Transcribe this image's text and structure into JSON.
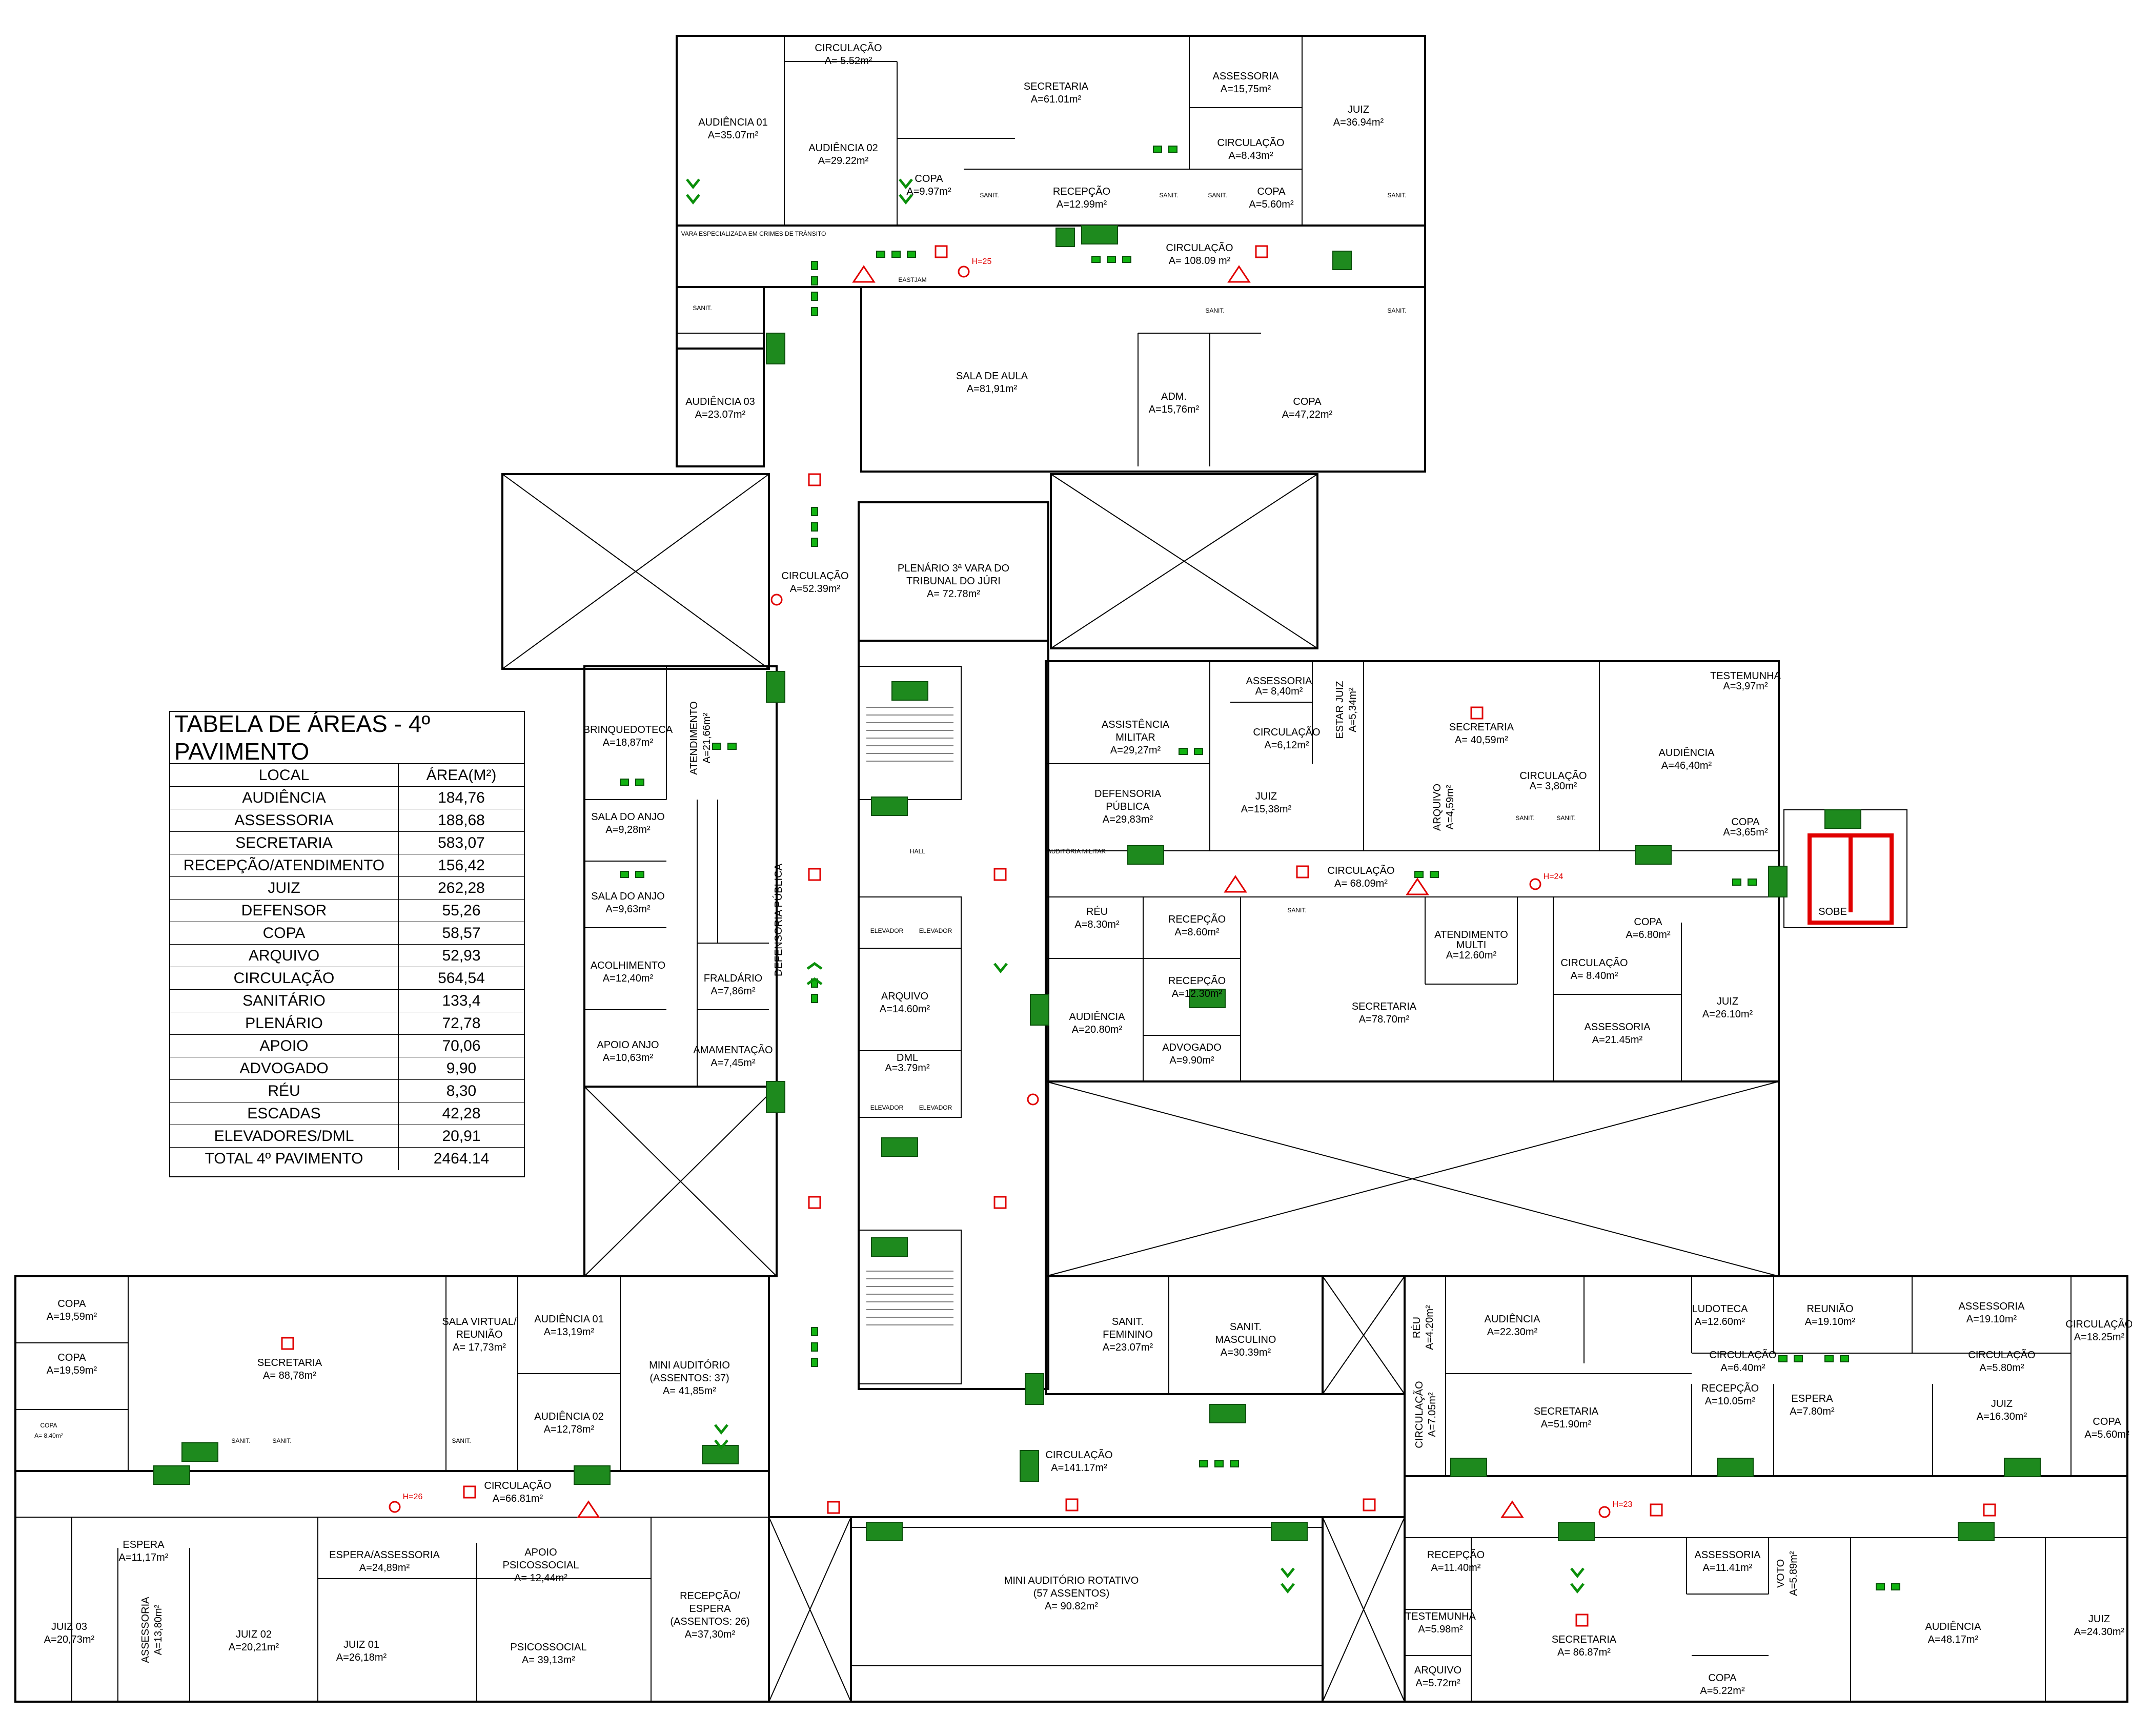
{
  "table": {
    "title": "TABELA DE ÁREAS - 4º PAVIMENTO",
    "header": {
      "local": "LOCAL",
      "area": "ÁREA(M²)"
    },
    "rows": [
      {
        "local": "AUDIÊNCIA",
        "area": "184,76"
      },
      {
        "local": "ASSESSORIA",
        "area": "188,68"
      },
      {
        "local": "SECRETARIA",
        "area": "583,07"
      },
      {
        "local": "RECEPÇÃO/ATENDIMENTO",
        "area": "156,42"
      },
      {
        "local": "JUIZ",
        "area": "262,28"
      },
      {
        "local": "DEFENSOR",
        "area": "55,26"
      },
      {
        "local": "COPA",
        "area": "58,57"
      },
      {
        "local": "ARQUIVO",
        "area": "52,93"
      },
      {
        "local": "CIRCULAÇÃO",
        "area": "564,54"
      },
      {
        "local": "SANITÁRIO",
        "area": "133,4"
      },
      {
        "local": "PLENÁRIO",
        "area": "72,78"
      },
      {
        "local": "APOIO",
        "area": "70,06"
      },
      {
        "local": "ADVOGADO",
        "area": "9,90"
      },
      {
        "local": "RÉU",
        "area": "8,30"
      },
      {
        "local": "ESCADAS",
        "area": "42,28"
      },
      {
        "local": "ELEVADORES/DML",
        "area": "20,91"
      },
      {
        "local": "TOTAL 4º PAVIMENTO",
        "area": "2464.14"
      }
    ]
  },
  "rooms": {
    "circ_top": {
      "name": "CIRCULAÇÃO",
      "area": "A=  5.52m²"
    },
    "secretaria_top": {
      "name": "SECRETARIA",
      "area": "A=61.01m²"
    },
    "assessoria_top": {
      "name": "ASSESSORIA",
      "area": "A=15,75m²"
    },
    "juiz_top": {
      "name": "JUIZ",
      "area": "A=36.94m²"
    },
    "audiencia01_top": {
      "name": "AUDIÊNCIA  01",
      "area": "A=35.07m²"
    },
    "audiencia02_top": {
      "name": "AUDIÊNCIA  02",
      "area": "A=29.22m²"
    },
    "copa_top": {
      "name": "COPA",
      "area": "A=9.97m²"
    },
    "recepcao_top": {
      "name": "RECEPÇÃO",
      "area": "A=12.99m²"
    },
    "circ_top2": {
      "name": "CIRCULAÇÃO",
      "area": "A=8.43m²"
    },
    "copa_top2": {
      "name": "COPA",
      "area": "A=5.60m²"
    },
    "vara": {
      "name": "VARA ESPECIALIZADA EM CRIMES DE TRÂNSITO"
    },
    "circ_main_top": {
      "name": "CIRCULAÇÃO",
      "area": "A=  108.09  m²"
    },
    "sala_aula": {
      "name": "SALA  DE  AULA",
      "area": "A=81,91m²"
    },
    "adm": {
      "name": "ADM.",
      "area": "A=15,76m²"
    },
    "copa_47": {
      "name": "COPA",
      "area": "A=47,22m²"
    },
    "audiencia03": {
      "name": "AUDIÊNCIA  03",
      "area": "A=23.07m²"
    },
    "circ_52": {
      "name": "CIRCULAÇÃO",
      "area": "A=52.39m²"
    },
    "plenario": {
      "name1": "PLENÁRIO  3ª VARA  DO",
      "name2": "TRIBUNAL  DO  JÚRI",
      "area": "A=  72.78m²"
    },
    "brinquedoteca": {
      "name": "BRINQUEDOTECA",
      "area": "A=18,87m²"
    },
    "atendimento": {
      "name": "ATENDIMENTO",
      "area": "A=21,66m²"
    },
    "sala_anjo1": {
      "name": "SALA  DO  ANJO",
      "area": "A=9,28m²"
    },
    "sala_anjo2": {
      "name": "SALA  DO  ANJO",
      "area": "A=9,63m²"
    },
    "acolhimento": {
      "name": "ACOLHIMENTO",
      "area": "A=12,40m²"
    },
    "apoio_anjo": {
      "name": "APOIO  ANJO",
      "area": "A=10,63m²"
    },
    "fraldario": {
      "name": "FRALDÁRIO",
      "area": "A=7,86m²"
    },
    "amamentacao": {
      "name": "AMAMENTAÇÃO",
      "area": "A=7,45m²"
    },
    "defensoria_vert": {
      "name": "DEFENSORIA  PÚBLICA"
    },
    "arquivo_center": {
      "name": "ARQUIVO",
      "area": "A=14.60m²"
    },
    "dml": {
      "name": "DML",
      "area": "A=3.79m²"
    },
    "elevador": {
      "name": "ELEVADOR"
    },
    "assistencia_militar": {
      "name1": "ASSISTÊNCIA",
      "name2": "MILITAR",
      "area": "A=29,27m²"
    },
    "assessoria_840": {
      "name": "ASSESSORIA",
      "area": "A=  8,40m²"
    },
    "estar_juiz": {
      "name": "ESTAR  JUIZ",
      "area": "A=5,34m²"
    },
    "circ_612": {
      "name": "CIRCULAÇÃO",
      "area": "A=6,12m²"
    },
    "secretaria_4059": {
      "name": "SECRETARIA",
      "area": "A=  40,59m²"
    },
    "testemunha_r": {
      "name": "TESTEMUNHA",
      "area": "A=3,97m²"
    },
    "audiencia_4640": {
      "name": "AUDIÊNCIA",
      "area": "A=46,40m²"
    },
    "defensoria_publica": {
      "name1": "DEFENSORIA",
      "name2": "PÚBLICA",
      "area": "A=29,83m²"
    },
    "juiz_1538": {
      "name": "JUIZ",
      "area": "A=15,38m²"
    },
    "arquivo_459": {
      "name": "ARQUIVO",
      "area": "A=4,59m²"
    },
    "circ_380": {
      "name": "CIRCULAÇÃO",
      "area": "A=  3,80m²"
    },
    "copa_365": {
      "name": "COPA",
      "area": "A=3,65m²"
    },
    "circ_6809": {
      "name": "CIRCULAÇÃO",
      "area": "A=  68.09m²"
    },
    "reu": {
      "name": "RÉU",
      "area": "A=8.30m²"
    },
    "recepcao_860": {
      "name": "RECEPÇÃO",
      "area": "A=8.60m²"
    },
    "recepcao_1230": {
      "name": "RECEPÇÃO",
      "area": "A=12.30m²"
    },
    "audiencia_2080": {
      "name": "AUDIÊNCIA",
      "area": "A=20.80m²"
    },
    "advogado": {
      "name": "ADVOGADO",
      "area": "A=9.90m²"
    },
    "atendimento_multi": {
      "name1": "ATENDIMENTO",
      "name2": "MULTI",
      "area": "A=12.60m²"
    },
    "secretaria_7870": {
      "name": "SECRETARIA",
      "area": "A=78.70m²"
    },
    "copa_680": {
      "name": "COPA",
      "area": "A=6.80m²"
    },
    "circ_840": {
      "name": "CIRCULAÇÃO",
      "area": "A=  8.40m²"
    },
    "assessoria_2145": {
      "name": "ASSESSORIA",
      "area": "A=21.45m²"
    },
    "juiz_2610": {
      "name": "JUIZ",
      "area": "A=26.10m²"
    },
    "sobe": {
      "name": "SOBE"
    },
    "sanit_fem": {
      "name1": "SANIT.",
      "name2": "FEMININO",
      "area": "A=23.07m²"
    },
    "sanit_masc": {
      "name1": "SANIT.",
      "name2": "MASCULINO",
      "area": "A=30.39m²"
    },
    "circ_14117": {
      "name": "CIRCULAÇÃO",
      "area": "A=141.17m²"
    },
    "mini_rotativo": {
      "name1": "MINI  AUDITÓRIO  ROTATIVO",
      "name2": "(57  ASSENTOS)",
      "area": "A=  90.82m²"
    },
    "copa_bl1": {
      "name": "COPA",
      "area": "A=19,59m²"
    },
    "copa_bl2": {
      "name": "COPA",
      "area": "A=19,59m²"
    },
    "copa_bl3": {
      "name": "COPA",
      "area": "A=  8.40m²"
    },
    "secretaria_8878": {
      "name": "SECRETARIA",
      "area": "A=  88,78m²"
    },
    "sala_virtual": {
      "name1": "SALA  VIRTUAL/",
      "name2": "REUNIÃO",
      "area": "A=  17,73m²"
    },
    "audiencia01_bl": {
      "name": "AUDIÊNCIA  01",
      "area": "A=13,19m²"
    },
    "audiencia02_bl": {
      "name": "AUDIÊNCIA  02",
      "area": "A=12,78m²"
    },
    "mini_auditorio": {
      "name1": "MINI  AUDITÓRIO",
      "name2": "(ASSENTOS:  37)",
      "area": "A=  41,85m²"
    },
    "circ_6681": {
      "name": "CIRCULAÇÃO",
      "area": "A=66.81m²"
    },
    "espera": {
      "name": "ESPERA",
      "area": "A=11,17m²"
    },
    "espera_assessoria": {
      "name": "ESPERA/ASSESSORIA",
      "area": "A=24,89m²"
    },
    "apoio_psicossocial": {
      "name1": "APOIO",
      "name2": "PSICOSSOCIAL",
      "area": "A=  12,44m²"
    },
    "recepcao_espera": {
      "name1": "RECEPÇÃO/",
      "name2": "ESPERA",
      "name3": "(ASSENTOS:  26)",
      "area": "A=37,30m²"
    },
    "juiz03": {
      "name": "JUIZ  03",
      "area": "A=20,73m²"
    },
    "assessoria_vert": {
      "name": "ASSESSORIA",
      "area": "A=13,80m²"
    },
    "juiz02": {
      "name": "JUIZ  02",
      "area": "A=20,21m²"
    },
    "juiz01": {
      "name": "JUIZ  01",
      "area": "A=26,18m²"
    },
    "psicossocial": {
      "name": "PSICOSSOCIAL",
      "area": "A=  39,13m²"
    },
    "reu_br": {
      "name": "RÉU",
      "area": "A=4.20m²"
    },
    "audiencia_2230": {
      "name": "AUDIÊNCIA",
      "area": "A=22.30m²"
    },
    "ludoteca": {
      "name": "LUDOTECA",
      "area": "A=12.60m²"
    },
    "reuniao": {
      "name": "REUNIÃO",
      "area": "A=19.10m²"
    },
    "assessoria_1910": {
      "name": "ASSESSORIA",
      "area": "A=19.10m²"
    },
    "circ_1825": {
      "name": "CIRCULAÇÃO",
      "area": "A=18.25m²"
    },
    "circ_640": {
      "name": "CIRCULAÇÃO",
      "area": "A=6.40m²"
    },
    "circ_580": {
      "name": "CIRCULAÇÃO",
      "area": "A=5.80m²"
    },
    "circ_705": {
      "name": "CIRCULAÇÃO",
      "area": "A=7.05m²"
    },
    "secretaria_5190": {
      "name": "SECRETARIA",
      "area": "A=51.90m²"
    },
    "recepcao_1005": {
      "name": "RECEPÇÃO",
      "area": "A=10.05m²"
    },
    "espera_780": {
      "name": "ESPERA",
      "area": "A=7.80m²"
    },
    "juiz_1630": {
      "name": "JUIZ",
      "area": "A=16.30m²"
    },
    "copa_560": {
      "name": "COPA",
      "area": "A=5.60m²"
    },
    "recepcao_1140": {
      "name": "RECEPÇÃO",
      "area": "A=11.40m²"
    },
    "assessoria_1141": {
      "name": "ASSESSORIA",
      "area": "A=11.41m²"
    },
    "voto": {
      "name": "VOTO",
      "area": "A=5.89m²"
    },
    "testemunha_br": {
      "name": "TESTEMUNHA",
      "area": "A=5.98m²"
    },
    "secretaria_8687": {
      "name": "SECRETARIA",
      "area": "A=  86.87m²"
    },
    "arquivo_572": {
      "name": "ARQUIVO",
      "area": "A=5.72m²"
    },
    "copa_522": {
      "name": "COPA",
      "area": "A=5.22m²"
    },
    "audiencia_4817": {
      "name": "AUDIÊNCIA",
      "area": "A=48.17m²"
    },
    "juiz_2430": {
      "name": "JUIZ",
      "area": "A=24.30m²"
    },
    "sanit": {
      "name": "SANIT."
    }
  },
  "symbols": {
    "h25": "H=25",
    "h24": "H=24",
    "h26": "H=26",
    "h23": "H=23",
    "eastjam": "EASTJAM",
    "hall": "HALL",
    "auditoria_militar": "AUDITÓRIA MILITAR"
  },
  "colors": {
    "walls": "#000000",
    "exit_green": "#1e8a1e",
    "fire_red": "#e00000",
    "background": "#ffffff"
  }
}
